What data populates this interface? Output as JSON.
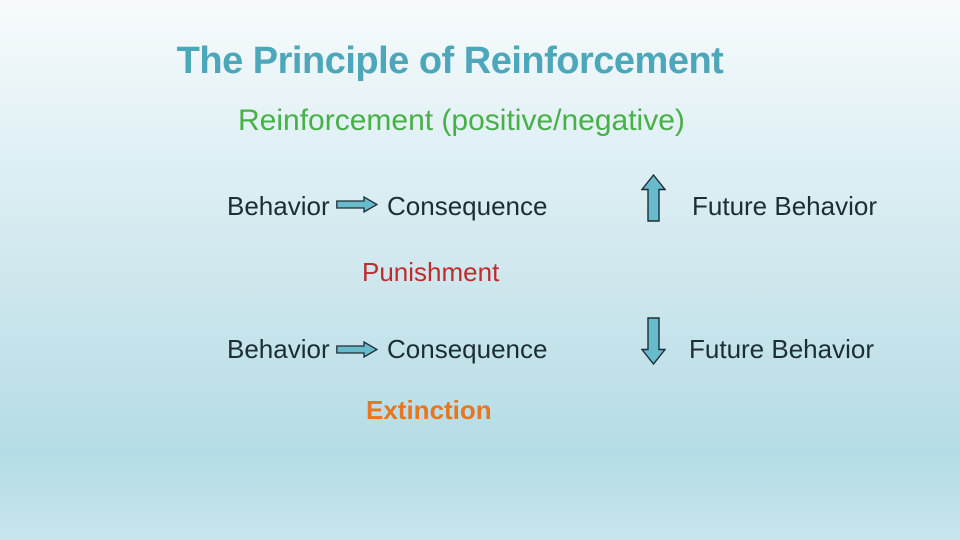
{
  "slide": {
    "title": "The Principle of Reinforcement",
    "subtitle": "Reinforcement (positive/negative)",
    "reinforcement_row": {
      "behavior": "Behavior",
      "consequence": "Consequence",
      "future_behavior": "Future Behavior",
      "relation_icon": "right-arrow-icon",
      "trend_icon": "up-arrow-icon"
    },
    "punishment_label": "Punishment",
    "punishment_row": {
      "behavior": "Behavior",
      "consequence": "Consequence",
      "future_behavior": "Future Behavior",
      "relation_icon": "right-arrow-icon",
      "trend_icon": "down-arrow-icon"
    },
    "extinction_label": "Extinction"
  },
  "colors": {
    "title_teal": "#4ba7b9",
    "subtitle_green": "#48b048",
    "punishment_red": "#bf2b2f",
    "extinction_orange": "#e8761f",
    "body_text_dark": "#1d2d34",
    "arrow_fill": "#68bbca",
    "arrow_outline": "#1d2d34",
    "background_top": "#f7fbfd",
    "background_bottom_blue": "#b5dce6"
  }
}
